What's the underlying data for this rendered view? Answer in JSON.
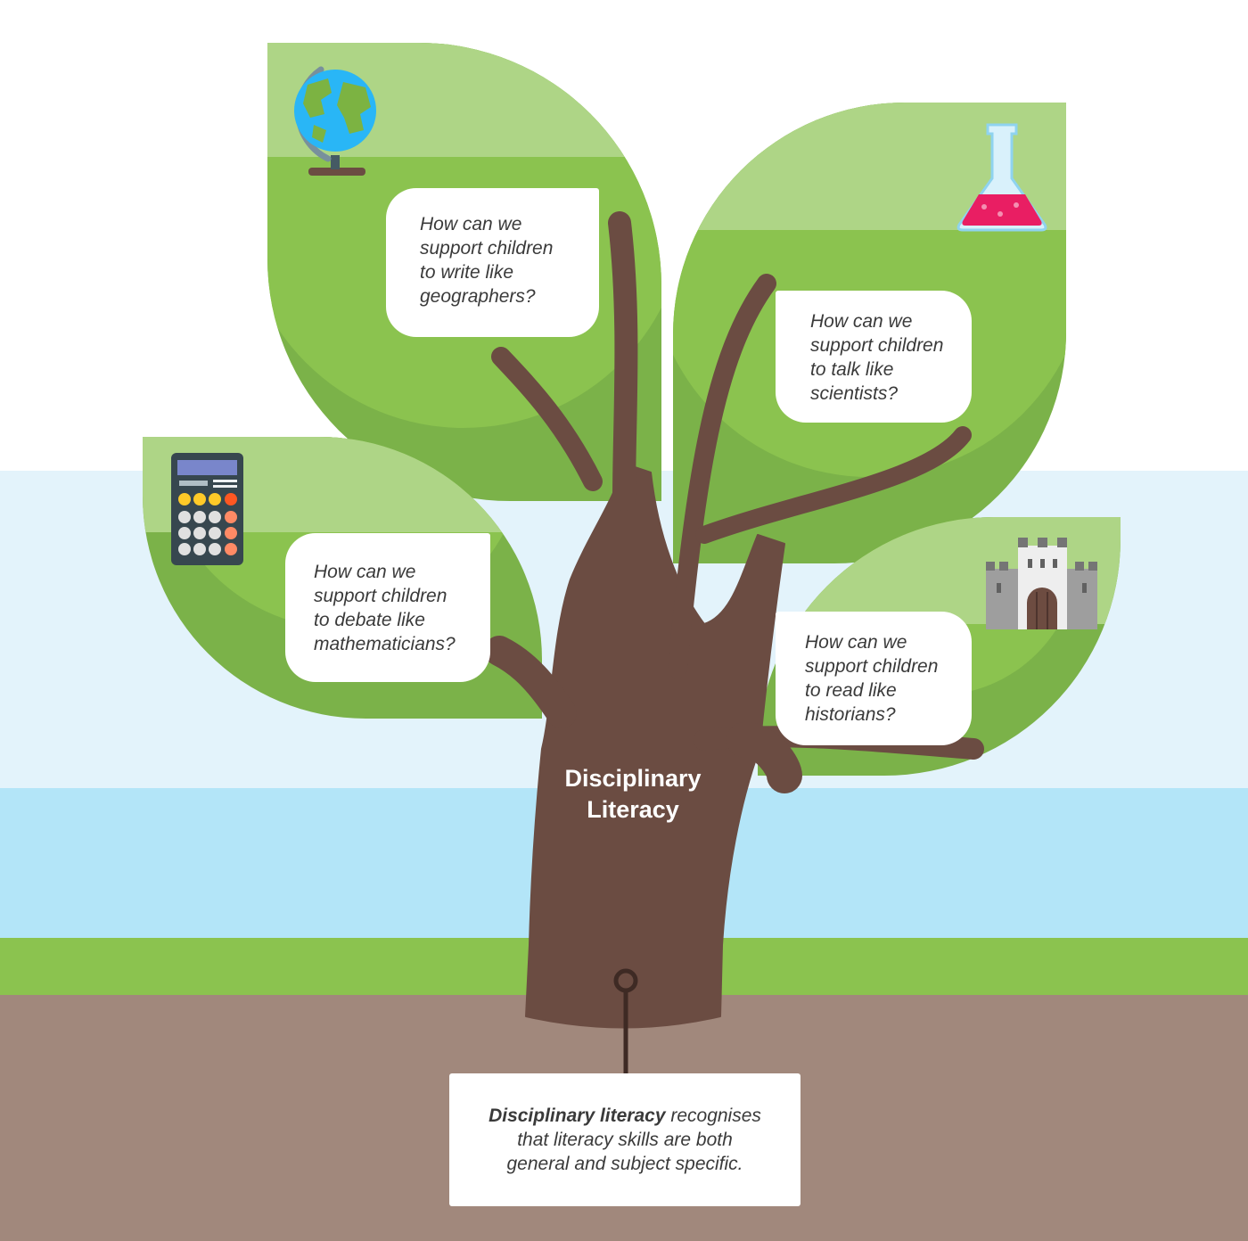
{
  "trunk_label": {
    "line1": "Disciplinary",
    "line2": "Literacy"
  },
  "leaves": [
    {
      "subject_icon": "globe-icon",
      "question_lines": [
        "How can we",
        "support children",
        "to write like",
        "geographers?"
      ]
    },
    {
      "subject_icon": "flask-icon",
      "question_lines": [
        "How can we",
        "support children",
        "to talk like",
        "scientists?"
      ]
    },
    {
      "subject_icon": "calculator-icon",
      "question_lines": [
        "How can we",
        "support children",
        "to debate like",
        "mathematicians?"
      ]
    },
    {
      "subject_icon": "castle-icon",
      "question_lines": [
        "How can we",
        "support children",
        "to read like",
        "historians?"
      ]
    }
  ],
  "caption": {
    "term": "Disciplinary literacy",
    "line1_rest": " recognises",
    "line2": "that literacy skills are both",
    "line3": "general and subject specific."
  },
  "colors": {
    "leaf_dark": "#7bb249",
    "leaf_mid": "#8bc34f",
    "leaf_light": "#aed586",
    "trunk": "#6b4c42",
    "sky_light": "#e3f3fb",
    "sky": "#b3e5f8",
    "grass": "#8bc34f",
    "soil": "#a1887c"
  }
}
